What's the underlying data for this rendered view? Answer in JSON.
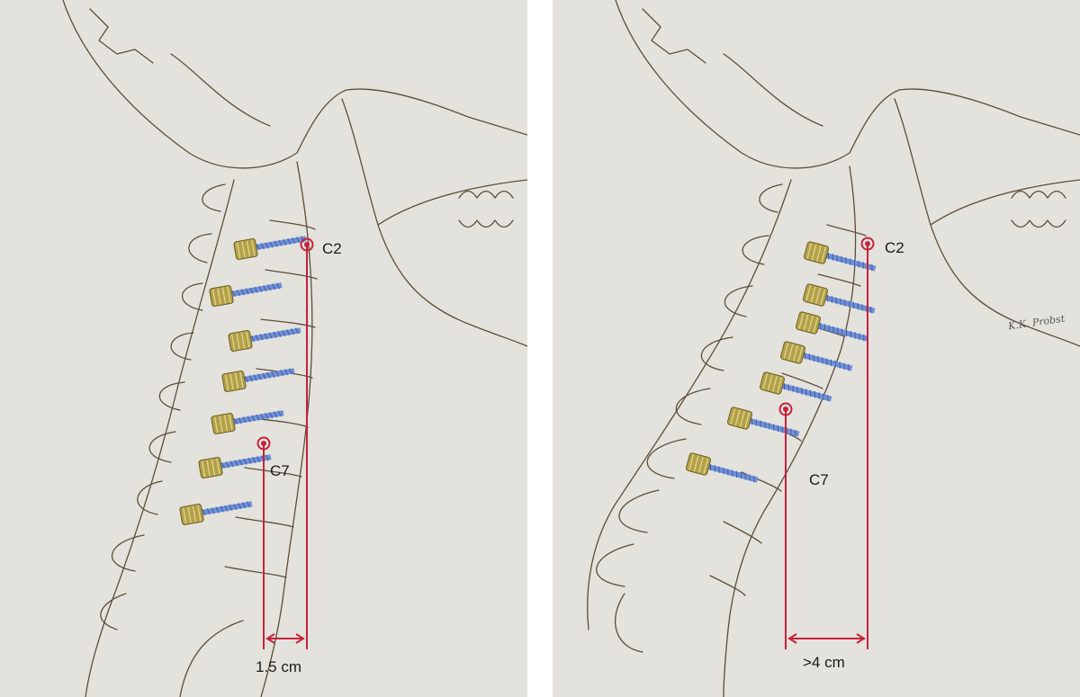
{
  "panels": [
    {
      "id": "left",
      "c2_label": "C2",
      "c7_label": "C7",
      "measurement": "1.5 cm",
      "screws": 7
    },
    {
      "id": "right",
      "c2_label": "C2",
      "c7_label": "C7",
      "measurement": ">4 cm",
      "screws": 7,
      "signature": "K.K. Probst"
    }
  ],
  "colors": {
    "plumb_line": "#c8213a",
    "screw_head": "#b3a14a",
    "screw_shaft": "#6f8fd6",
    "bone_outline": "#5b4f3b",
    "background": "#e4e2dd"
  }
}
